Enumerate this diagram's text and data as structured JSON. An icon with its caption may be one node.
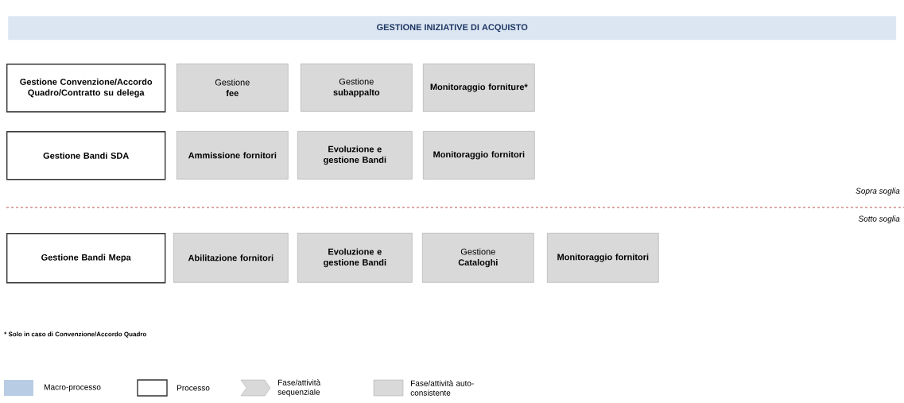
{
  "diagram": {
    "title": "GESTIONE INIZIATIVE DI ACQUISTO",
    "nodes": [
      {
        "text": [
          "Gestione Convenzione/Accordo Quadro/Contratto su delega"
        ]
      },
      {
        "text": [
          "Gestione",
          "fee"
        ]
      },
      {
        "text": [
          "Gestione",
          "subappalto"
        ]
      },
      {
        "text": [
          "Monitoraggio forniture*"
        ]
      },
      {
        "text": [
          "Gestione Bandi SDA"
        ]
      },
      {
        "text": [
          "Ammissione fornitori"
        ]
      },
      {
        "text": [
          "Evoluzione e gestione Bandi"
        ]
      },
      {
        "text": [
          "Monitoraggio fornitori"
        ]
      },
      {
        "text": [
          "Gestione Bandi Mepa"
        ]
      },
      {
        "text": [
          "Abilitazione fornitori"
        ]
      },
      {
        "text": [
          "Evoluzione e gestione Bandi"
        ]
      },
      {
        "text": [
          "Gestione",
          "Cataloghi"
        ]
      },
      {
        "text": [
          "Monitoraggio fornitori"
        ]
      }
    ],
    "edges": [],
    "labels": [
      "Sopra soglia",
      "Sotto soglia",
      "* Solo in caso di Convenzione/Accordo Quadro"
    ],
    "legend": [
      {
        "text": "Macro-processo",
        "color": "#b8cce4"
      },
      {
        "text": "Processo"
      },
      {
        "text": "Fase/attività sequenziale"
      },
      {
        "text": "Fase/attività auto-consistente",
        "color": "#d9d9d9"
      }
    ]
  }
}
